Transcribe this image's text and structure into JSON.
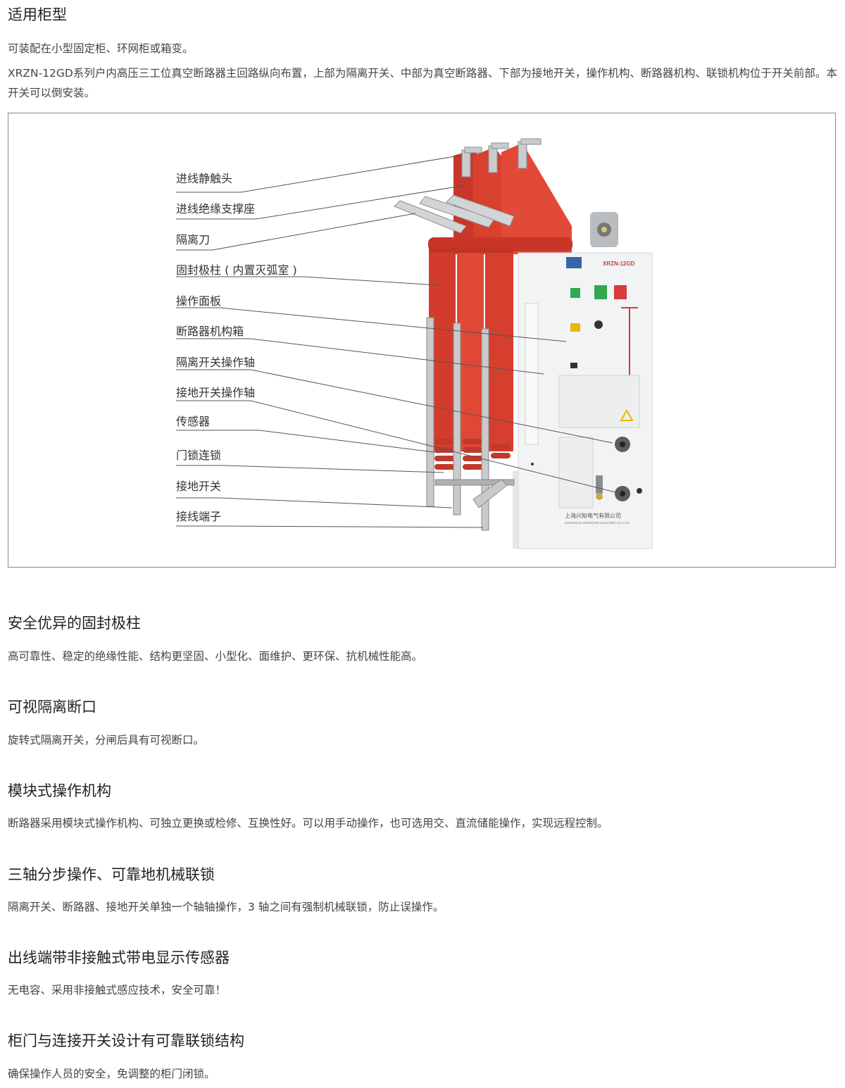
{
  "header": {
    "title": "适用柜型",
    "line1": "可装配在小型固定柜、环网柜或箱变。",
    "line2": "XRZN-12GD系列户内高压三工位真空断路器主回路纵向布置，上部为隔离开关、中部为真空断路器、下部为接地开关，操作机构、断路器机构、联锁机构位于开关前部。本开关可以倒安装。"
  },
  "figure": {
    "panel_brand": "XRZN-12GD",
    "panel_company": "上海兴知电气有限公司",
    "panel_company_en": "SHANGHAI XINGRONG ELECTRIC CO.,LTD.",
    "colors": {
      "insulator_red": "#d9412f",
      "panel_white": "#f1f3f4",
      "accent_green": "#2fa84f",
      "accent_red": "#d93a3a"
    },
    "labels": [
      "进线静触头",
      "进线绝缘支撑座",
      "隔离刀",
      "固封极柱 ( 内置灭弧室 )",
      "操作面板",
      "断路器机构箱",
      "隔离开关操作轴",
      "接地开关操作轴",
      "传感器",
      "门锁连锁",
      "接地开关",
      "接线端子"
    ]
  },
  "features": [
    {
      "title": "安全优异的固封极柱",
      "text": "高可靠性、稳定的绝缘性能、结构更坚固、小型化、面维护、更环保、抗机械性能高。"
    },
    {
      "title": "可视隔离断口",
      "text": "旋转式隔离开关，分闸后具有可视断口。"
    },
    {
      "title": "模块式操作机构",
      "text": "断路器采用模块式操作机构、可独立更换或检修、互换性好。可以用手动操作，也可选用交、直流储能操作，实现远程控制。"
    },
    {
      "title": "三轴分步操作、可靠地机械联锁",
      "text": "隔离开关、断路器、接地开关单独一个轴轴操作，3 轴之间有强制机械联锁，防止误操作。"
    },
    {
      "title": "出线端带非接触式带电显示传感器",
      "text": "无电容、采用非接触式感应技术，安全可靠！"
    },
    {
      "title": "柜门与连接开关设计有可靠联锁结构",
      "text": "确保操作人员的安全，免调整的柜门闭锁。"
    }
  ]
}
